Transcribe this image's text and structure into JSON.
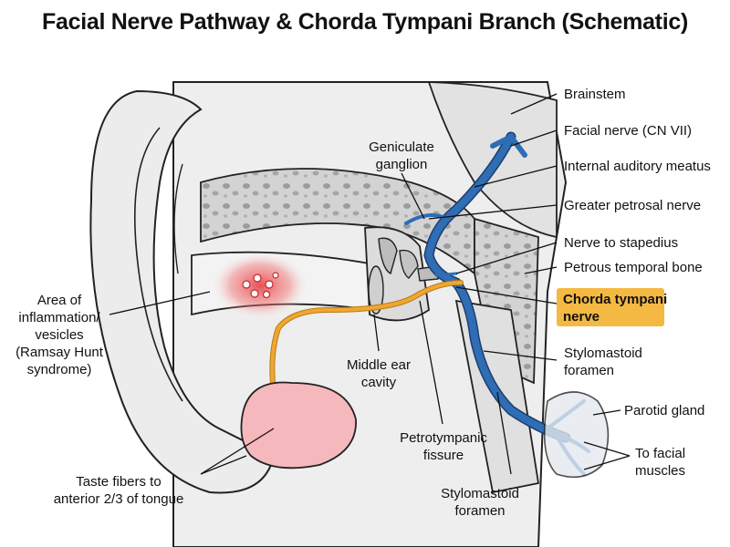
{
  "title": "Facial Nerve Pathway & Chorda Tympani Branch (Schematic)",
  "labels": {
    "brainstem": "Brainstem",
    "facial_nerve": "Facial nerve (CN VII)",
    "internal_auditory_meatus": "Internal auditory meatus",
    "greater_petrosal_nerve": "Greater petrosal nerve",
    "nerve_to_stapedius": "Nerve to stapedius",
    "petrous_temporal_bone": "Petrous temporal bone",
    "chorda_tympani": [
      "Chorda tympani",
      "nerve"
    ],
    "stylomastoid_foramen_right": [
      "Stylomastoid",
      "foramen"
    ],
    "parotid_gland": "Parotid gland",
    "to_facial_muscles": [
      "To facial",
      "muscles"
    ],
    "geniculate_ganglion": [
      "Geniculate",
      "ganglion"
    ],
    "middle_ear_cavity": [
      "Middle ear",
      "cavity"
    ],
    "petrotympanic_fissure": [
      "Petrotympanic",
      "fissure"
    ],
    "stylomastoid_foramen_bottom": [
      "Stylomastoid",
      "foramen"
    ],
    "inflammation": [
      "Area of",
      "inflammation/",
      "vesicles",
      "(Ramsay Hunt",
      "syndrome)"
    ],
    "taste_fibers": [
      "Taste fibers to",
      "anterior 2/3 of tongue"
    ]
  },
  "colors": {
    "facial_nerve": "#2f6db5",
    "chorda_tympani": "#f0a631",
    "highlight_box": "#f4b942",
    "inflammation": "#e8333a",
    "tongue": "#f4b8bd",
    "bone": "#e4e4e4"
  }
}
